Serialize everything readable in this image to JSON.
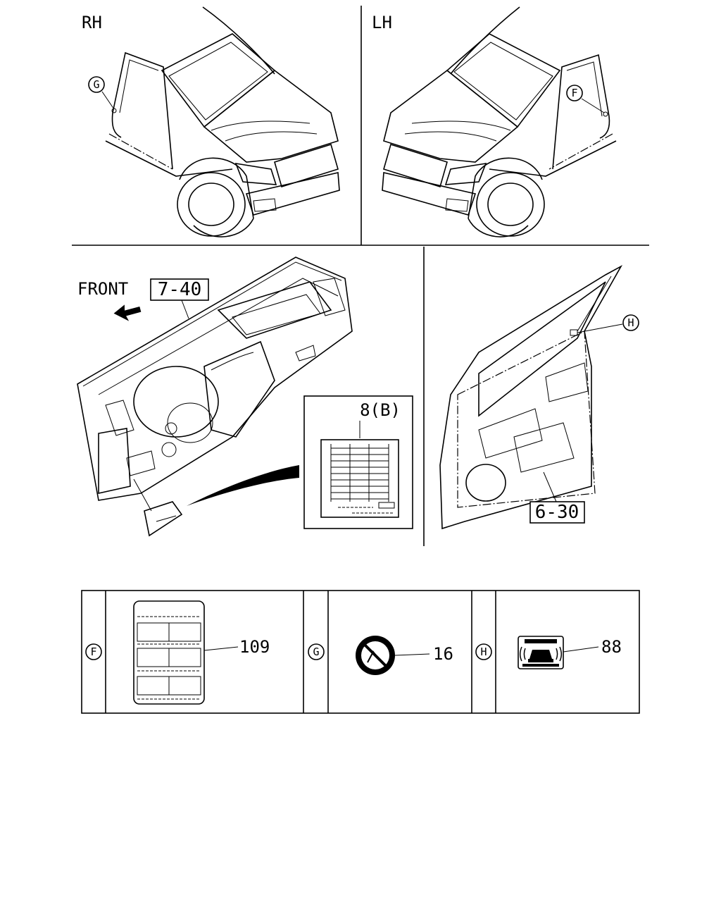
{
  "views": {
    "rh_label": "RH",
    "lh_label": "LH",
    "front_label": "FRONT"
  },
  "callouts": {
    "dashboard_ref": "7-40",
    "door_ref": "6-30",
    "fuse_label_ref": "8(B)",
    "marker_rh": "G",
    "marker_lh": "F",
    "marker_door": "H"
  },
  "parts_table": [
    {
      "marker": "F",
      "part_no": "109",
      "icon": "fuse-label-icon"
    },
    {
      "marker": "G",
      "part_no": "16",
      "icon": "no-child-seat-label-icon"
    },
    {
      "marker": "H",
      "part_no": "88",
      "icon": "security-system-label-icon"
    }
  ],
  "colors": {
    "line": "#000000",
    "background": "#ffffff"
  }
}
